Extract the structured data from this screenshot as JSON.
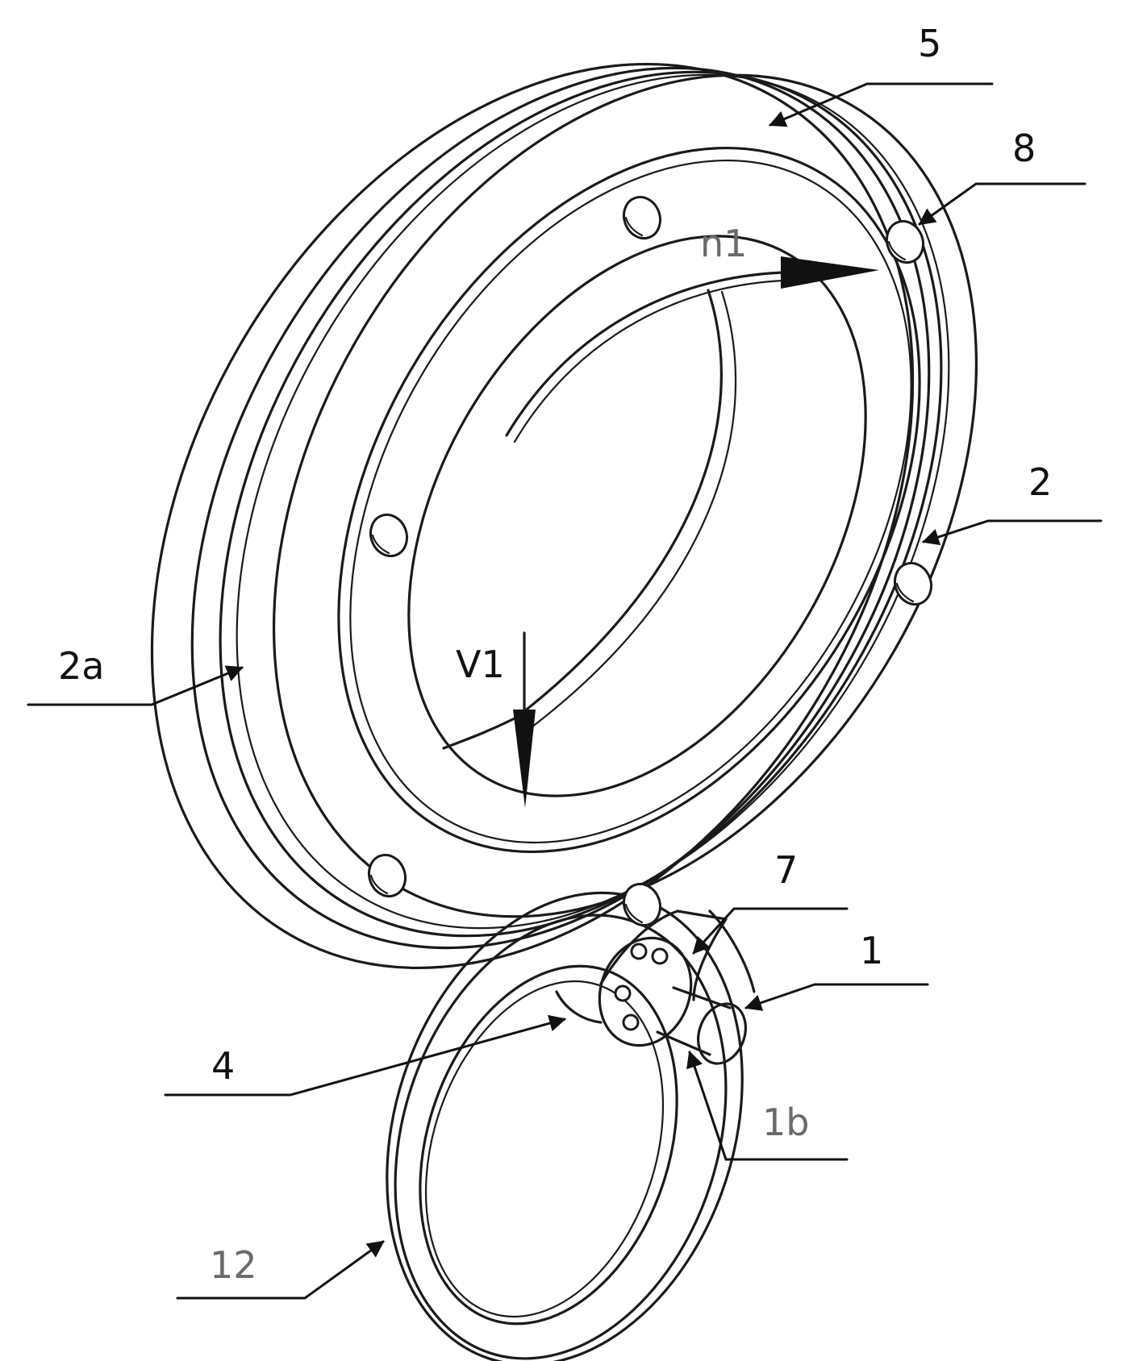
{
  "figure": {
    "labels": {
      "ref_5": "5",
      "ref_8": "8",
      "ref_2": "2",
      "ref_2a": "2a",
      "ref_7": "7",
      "ref_1": "1",
      "ref_4": "4",
      "ref_1b": "1b",
      "ref_12": "12",
      "rotation_n1": "n1",
      "velocity_v1": "V1"
    }
  }
}
